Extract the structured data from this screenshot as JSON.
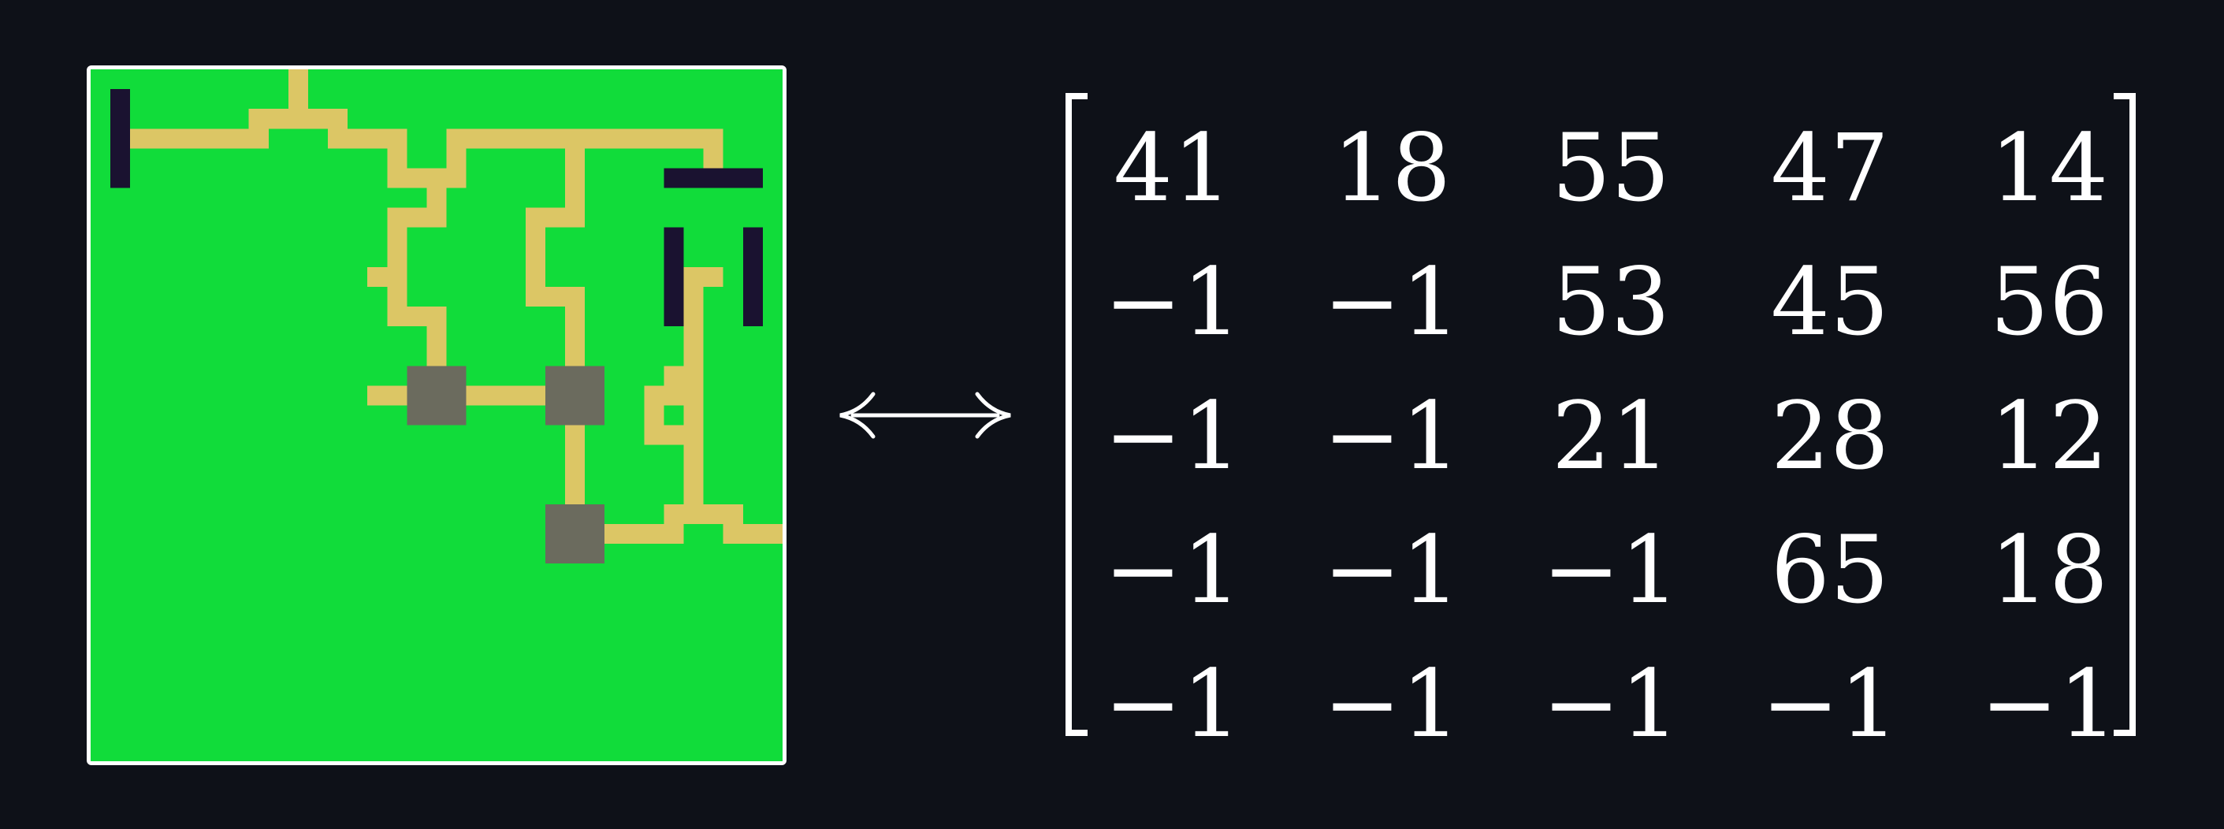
{
  "map": {
    "colors": {
      "background": "#11dc3a",
      "path": "#dcc665",
      "wall": "#1a1230",
      "junction": "#6b6b5e",
      "frame": "#ffffff"
    },
    "grid_size": 35
  },
  "arrow": {
    "symbol": "⟷"
  },
  "matrix": {
    "rows": [
      [
        "41",
        "18",
        "55",
        "47",
        "14"
      ],
      [
        "−1",
        "−1",
        "53",
        "45",
        "56"
      ],
      [
        "−1",
        "−1",
        "21",
        "28",
        "12"
      ],
      [
        "−1",
        "−1",
        "−1",
        "65",
        "18"
      ],
      [
        "−1",
        "−1",
        "−1",
        "−1",
        "−1"
      ]
    ]
  }
}
